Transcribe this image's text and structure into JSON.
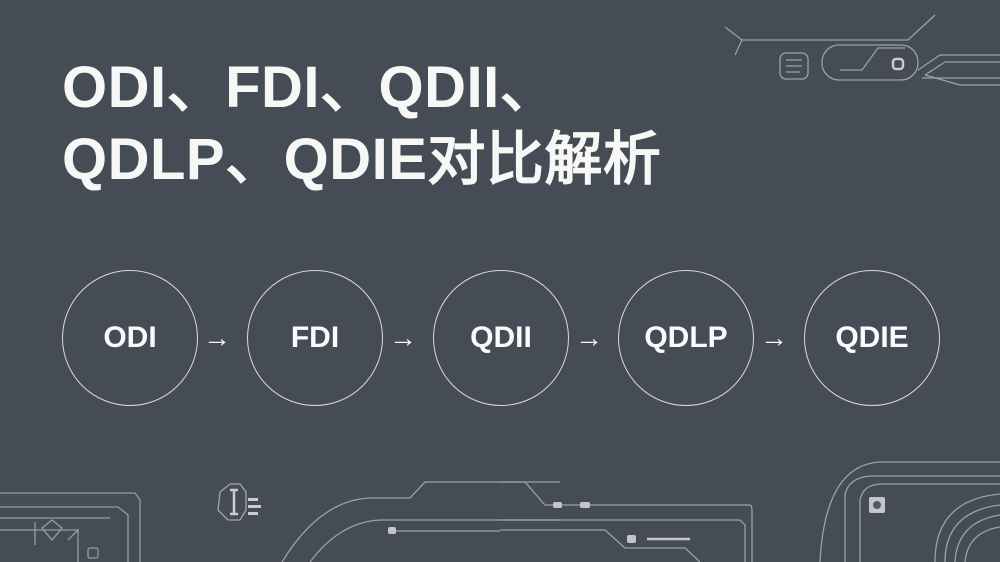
{
  "title": {
    "line1": "ODI、FDI、QDII、",
    "line2": "QDLP、QDIE对比解析"
  },
  "flow": {
    "nodes": [
      {
        "label": "ODI"
      },
      {
        "label": "FDI"
      },
      {
        "label": "QDII"
      },
      {
        "label": "QDLP"
      },
      {
        "label": "QDIE"
      }
    ],
    "arrow_glyph": "→"
  },
  "colors": {
    "background": "#454c55",
    "text": "#f7f7f5",
    "lines": "#c8ccd0"
  }
}
